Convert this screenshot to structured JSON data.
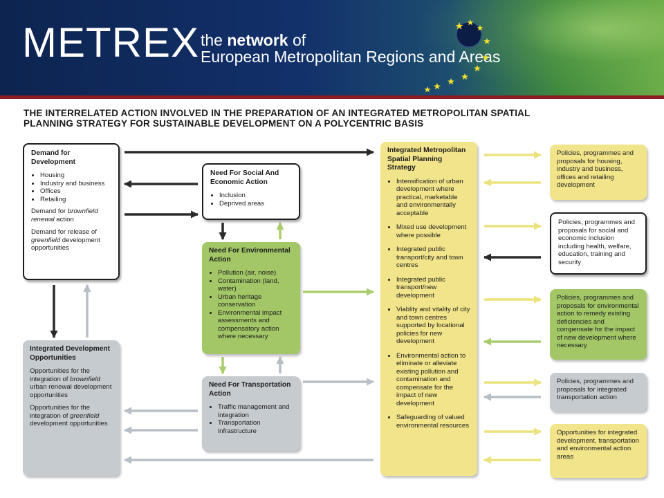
{
  "header": {
    "logo": "METREX",
    "tagline_line1_pre": "the ",
    "tagline_line1_bold": "network",
    "tagline_line1_post": " of",
    "tagline_line2": "European Metropolitan Regions and Areas"
  },
  "title": {
    "line1": "THE INTERRELATED ACTION INVOLVED IN THE PREPARATION OF AN INTEGRATED METROPOLITAN SPATIAL",
    "line2": "PLANNING STRATEGY FOR SUSTAINABLE DEVELOPMENT ON A POLYCENTRIC BASIS"
  },
  "demand": {
    "heading": "Demand for Development",
    "items": [
      "Housing",
      "Industry and business",
      "Offices",
      "Retailing"
    ],
    "brownfield_pre": "Demand for ",
    "brownfield_em": "brownfield renewal",
    "brownfield_post": " action",
    "greenfield_pre": "Demand for release of ",
    "greenfield_em": "greenfield",
    "greenfield_post": " development opportunities"
  },
  "opportunities": {
    "heading": "Integrated Development Opportunities",
    "p1_pre": "Opportunities for the integration of ",
    "p1_em": "brownfield",
    "p1_post": " urban renewal development opportunities",
    "p2_pre": "Opportunities for the integration of ",
    "p2_em": "greenfield",
    "p2_post": " development opportunities"
  },
  "social": {
    "heading": "Need For Social And Economic Action",
    "items": [
      "Inclusion",
      "Deprived areas"
    ]
  },
  "environmental": {
    "heading": "Need For Environmental Action",
    "items": [
      "Pollution (air, noise)",
      "Contamination (land, water)",
      "Urban heritage conservation",
      "Environmental impact assessments and compensatory action where necessary"
    ]
  },
  "transport": {
    "heading": "Need For Transportation Action",
    "items": [
      "Traffic management and integration",
      "Transportation infrastructure"
    ]
  },
  "strategy": {
    "heading": "Integrated Metropolitan Spatial Planning Strategy",
    "items": [
      "Intensification of urban development where practical, marketable and environmentally acceptable",
      "Mixed use development where possible",
      "Integrated public transport/city and town centres",
      "Integrated public transport/new development",
      "Viablity and vitality of city and town centres supported by locational policies for new development",
      "Environmental action to eliminate or alleviate existing pollution and contamination and compensate for the impact of new development",
      "Safeguarding of valued environmental resources"
    ]
  },
  "outputs": {
    "housing": "Policies, programmes and proposals for housing, industry and business, offices and retailing development",
    "social": "Policies, programmes and proposals for social and economic inclusion including health, welfare, education, training and security",
    "environment": "Policies, programmes and proposals for environmental action to remedy existing deficiencies and compensate for the impact of new development where necessary",
    "transport": "Policies, programmes and proposals for integrated transportation action",
    "opportunities": "Opportunities for integrated development, transportation and environmental action areas"
  },
  "colors": {
    "header_navy": "#0d2450",
    "header_green": "#6cae48",
    "accent_red": "#8a1c22",
    "green_box": "#a3c767",
    "grey_box": "#c6cbd0",
    "yellow_box": "#f2e48a",
    "arrow_dark": "#2a2a2a",
    "arrow_grey": "#b7bec6",
    "arrow_green": "#a9cd6c",
    "arrow_yellow": "#ece37e"
  },
  "icons": [
    "eu-stars-icon"
  ]
}
